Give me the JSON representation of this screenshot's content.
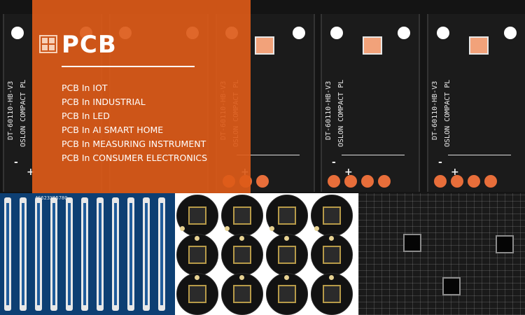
{
  "overlay": {
    "title": "PCB",
    "items": [
      "PCB In IOT",
      "PCB In INDUSTRIAL",
      "PCB In LED",
      "PCB In AI SMART HOME",
      "PCB In MEASURING INSTRUMENT",
      "PCB In CONSUMER ELECTRONICS"
    ],
    "accent_color": "#dc5a18",
    "icon": "pcb-pad-icon"
  },
  "photo_top": {
    "board_silkscreen_1": "DT-60110-HB-V3",
    "board_silkscreen_2": "OSLON COMPACT PL",
    "minus": "-",
    "plus": "+"
  },
  "photo_blue": {
    "label": "4S623X65780"
  }
}
